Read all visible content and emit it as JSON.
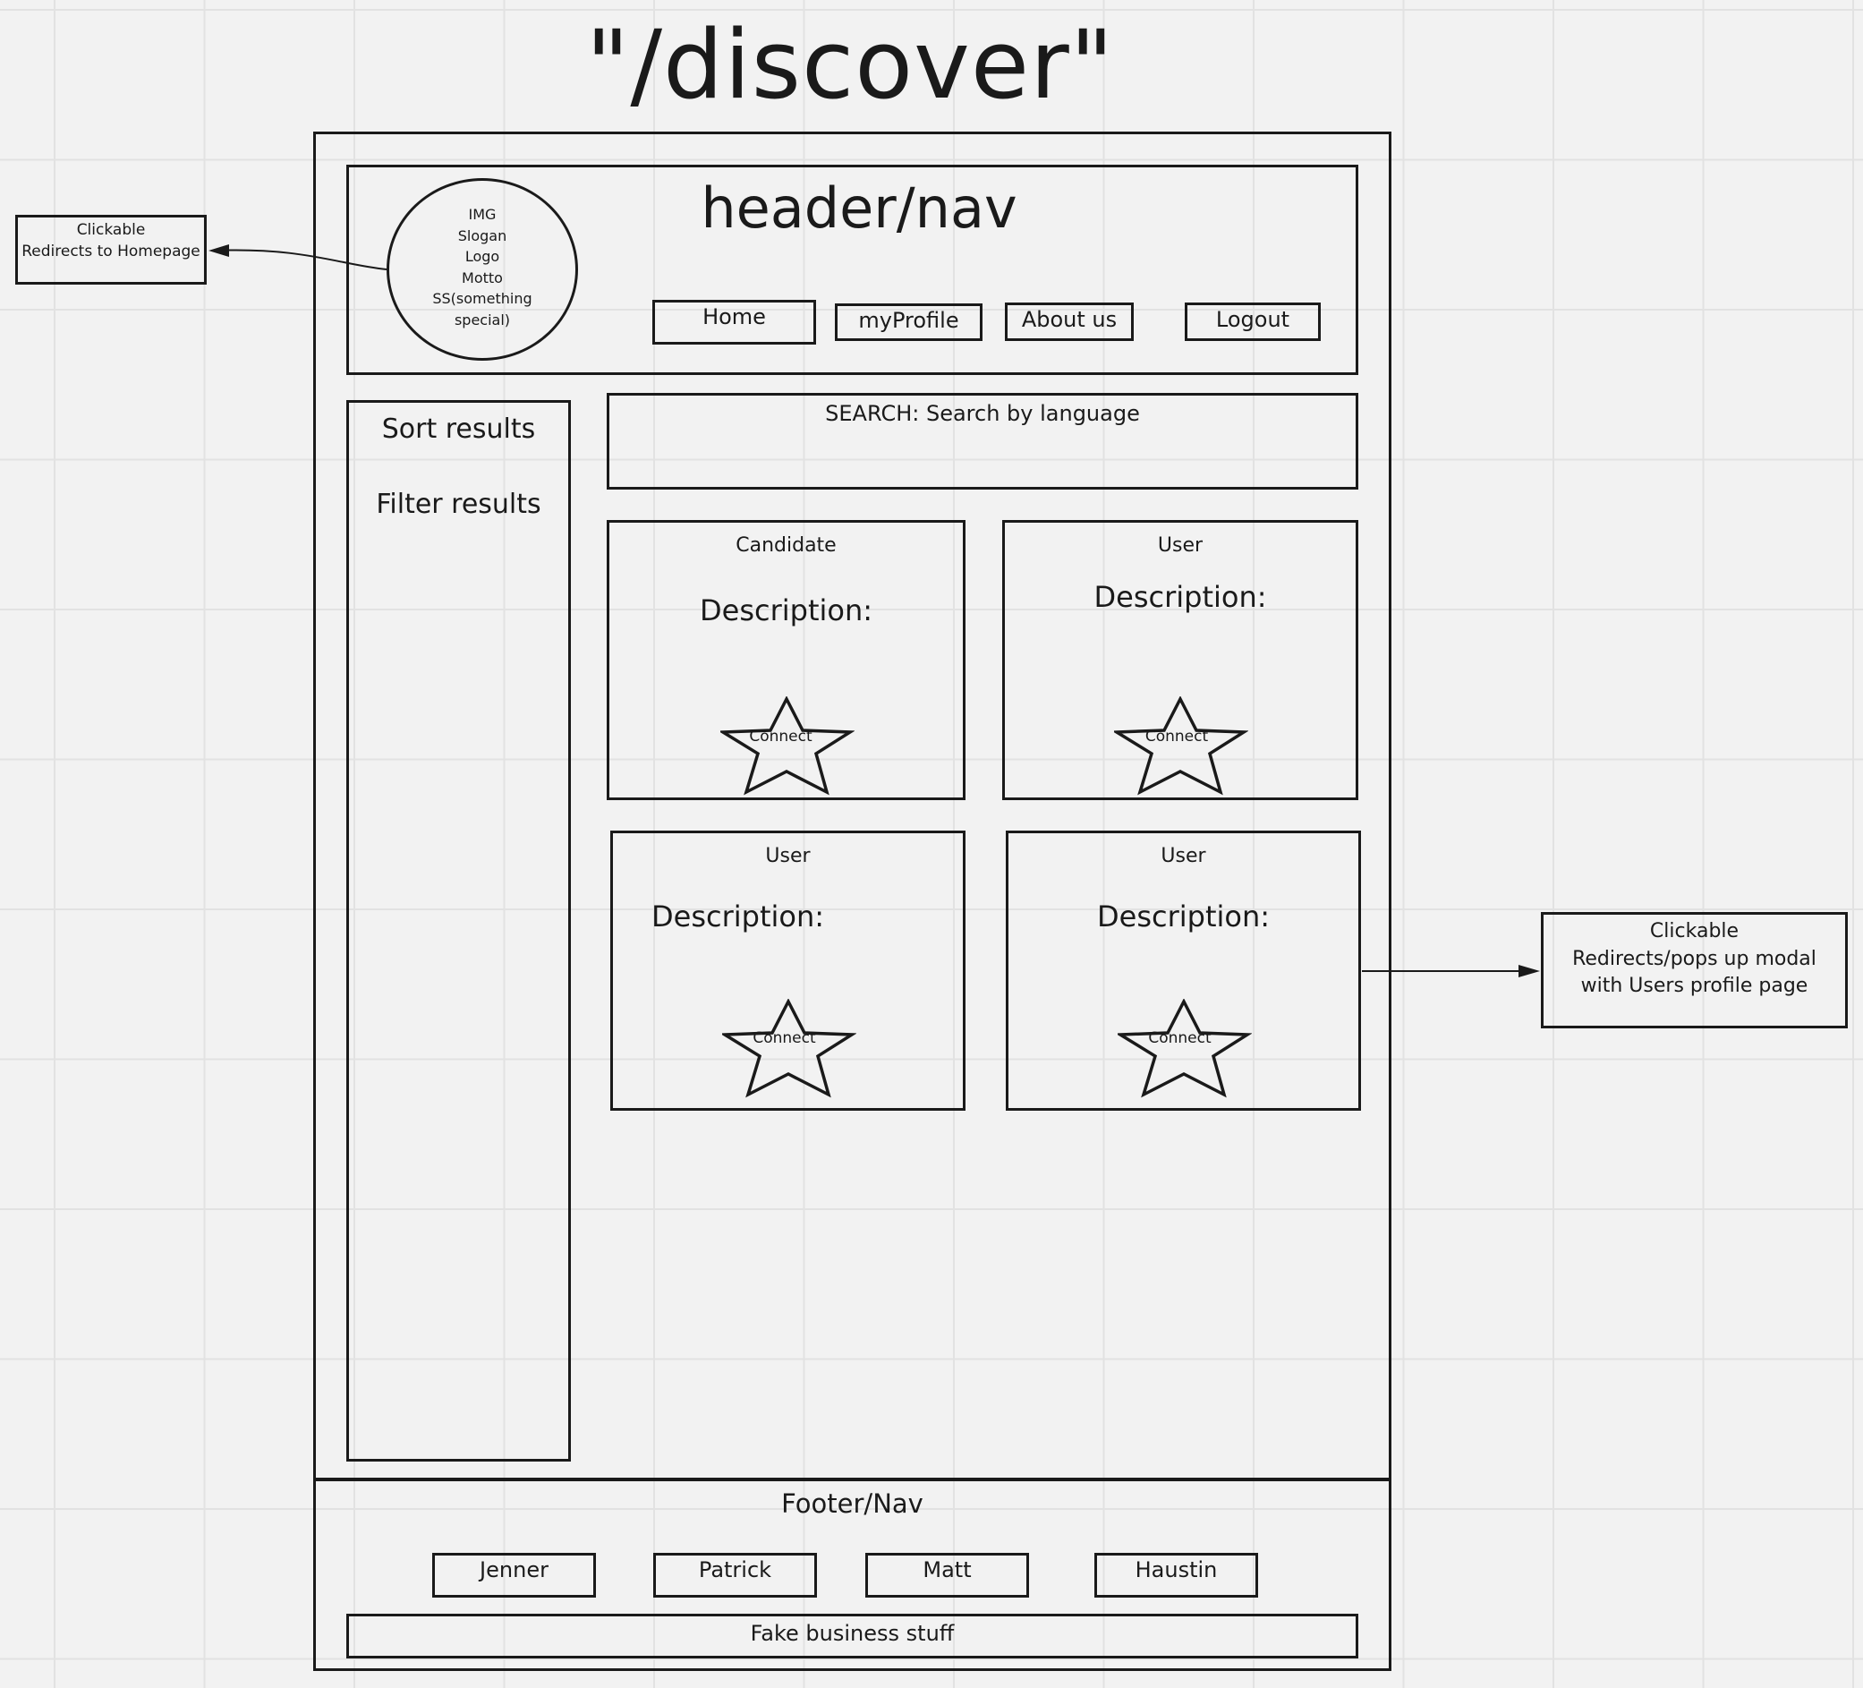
{
  "page": {
    "title": "\"/discover\""
  },
  "header": {
    "title": "header/nav",
    "logo_lines": [
      "IMG",
      "Slogan",
      "Logo",
      "Motto",
      "SS(something",
      "special)"
    ],
    "nav": {
      "home": "Home",
      "my_profile": "myProfile",
      "about": "About us",
      "logout": "Logout"
    }
  },
  "sidebar": {
    "sort_label": "Sort results",
    "filter_label": "Filter results"
  },
  "search": {
    "label": "SEARCH: Search by language"
  },
  "cards": [
    {
      "type": "Candidate",
      "description": "Description:",
      "connect": "Connect"
    },
    {
      "type": "User",
      "description": "Description:",
      "connect": "Connect"
    },
    {
      "type": "User",
      "description": "Description:",
      "connect": "Connect"
    },
    {
      "type": "User",
      "description": "Description:",
      "connect": "Connect"
    }
  ],
  "footer": {
    "title": "Footer/Nav",
    "links": [
      "Jenner",
      "Patrick",
      "Matt",
      "Haustin"
    ],
    "business": "Fake business stuff"
  },
  "annotations": {
    "logo_note": [
      "Clickable",
      "Redirects to Homepage"
    ],
    "card_note": [
      "Clickable",
      "Redirects/pops up modal",
      "with Users profile page"
    ]
  }
}
